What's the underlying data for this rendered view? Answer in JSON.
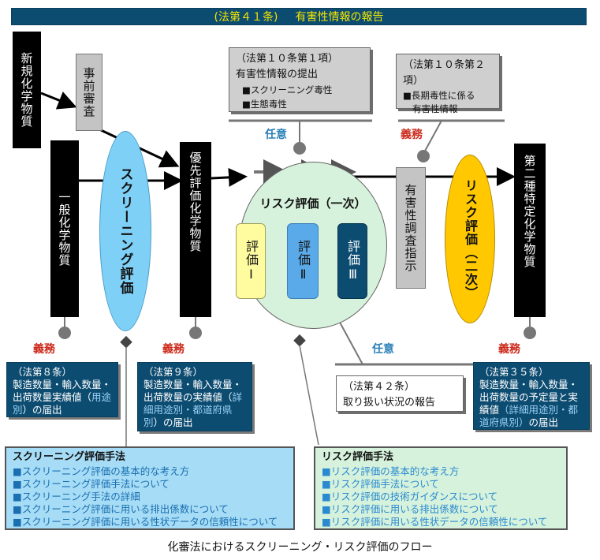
{
  "header": {
    "article": "(法第４１条)",
    "title": "有害性情報の報告"
  },
  "boxes": {
    "new_chemical": "新規化学物質",
    "pre_review": "事前審査",
    "general_chemical": "一般化学物質",
    "priority_chemical": "優先評価化学物質",
    "hazard_survey": "有害性調査指示",
    "class2_chemical": "第二種特定化学物質"
  },
  "screening": {
    "label": "スクリーニング評価"
  },
  "risk_primary": {
    "title": "リスク評価（一次）",
    "eval1": "評価Ⅰ",
    "eval2": "評価Ⅱ",
    "eval3": "評価Ⅲ"
  },
  "risk_secondary": {
    "label": "リスク評価（二次）"
  },
  "callouts": {
    "art10_1": {
      "article": "（法第１０条第１項）",
      "line": "有害性情報の提出",
      "items": [
        "■スクリーニング毒性",
        "■生態毒性"
      ]
    },
    "art10_2": {
      "article": "（法第１０条第２項）",
      "lines": [
        "■長期毒性に係る",
        "有害性情報"
      ]
    },
    "art42": {
      "article": "（法第４２条）",
      "line": "取り扱い状況の報告"
    }
  },
  "labels": {
    "optional_1": "任意",
    "required_1": "義務",
    "optional_2": "任意",
    "required_art8": "義務",
    "required_art9": "義務",
    "required_art35": "義務"
  },
  "notices": {
    "art8": {
      "article": "（法第８条）",
      "text": "製造数量・輸入数量・出荷数量実績値（",
      "hl": "用途別",
      "tail": "）の届出"
    },
    "art9": {
      "article": "（法第９条）",
      "text": "製造数量・輸入数量・出荷数量の実績値（",
      "hl": "詳細用途別・都道府県別",
      "tail": "）の届出"
    },
    "art35": {
      "article": "（法第３５条）",
      "text": "製造数量・輸入数量・出荷数量の予定量と実績値",
      "hl": "（詳細用途別・都道府県別）",
      "tail": "の届出"
    }
  },
  "screening_method": {
    "title": "スクリーニング評価手法",
    "items": [
      "■スクリーニング評価の基本的な考え方",
      "■スクリーニング評価手法について",
      "■スクリーニング手法の詳細",
      "■スクリーニング評価に用いる排出係数について",
      "■スクリーニング評価に用いる性状データの信頼性について"
    ]
  },
  "risk_method": {
    "title": "リスク評価手法",
    "items": [
      "■リスク評価の基本的な考え方",
      "■リスク評価手法について",
      "■リスク評価の技術ガイダンスについて",
      "■リスク評価に用いる排出係数について",
      "■リスク評価に用いる性状データの信頼性について"
    ]
  },
  "caption": "化審法におけるスクリーニング・リスク評価のフロー",
  "colors": {
    "header_bg": "#0d4c71",
    "header_text": "#f2e500",
    "notice_bg": "#0d4c71",
    "required": "#cc2a1c",
    "optional": "#2a7fb6",
    "screening_fill": "#7fd0f6",
    "risk_fill": "#ffc800",
    "circle_fill": "#d6f2dc",
    "eval1": "#fffca0",
    "eval2": "#5aa9e8",
    "eval3": "#0d4c71"
  }
}
